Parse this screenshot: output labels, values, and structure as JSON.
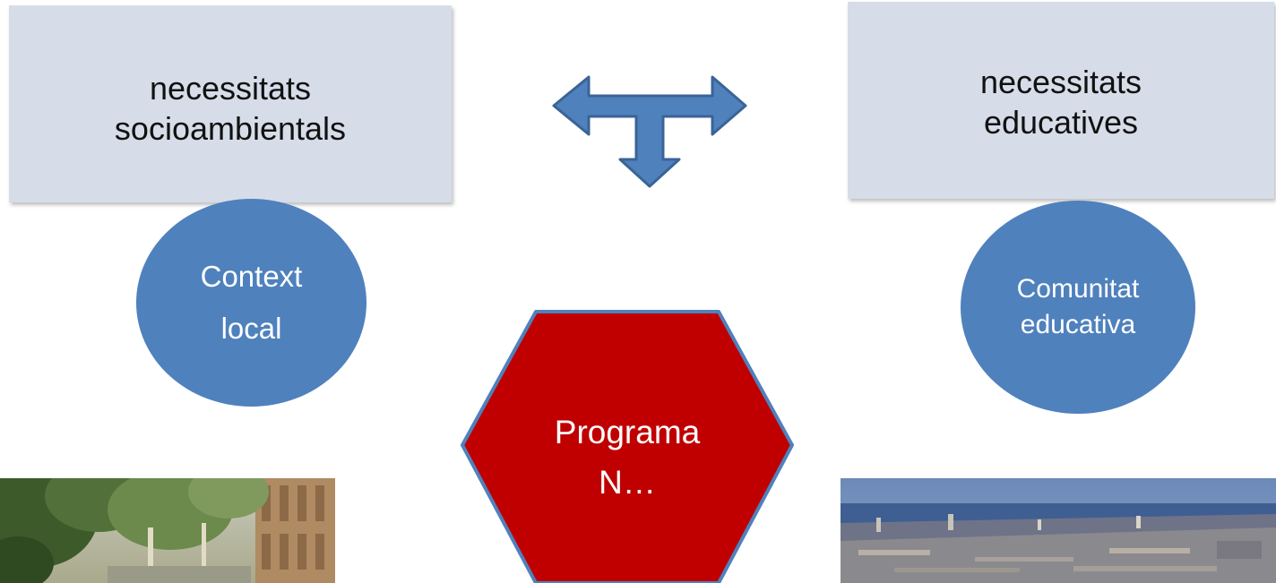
{
  "diagram": {
    "left_box": {
      "line1": "necessitats",
      "line2": "socioambientals"
    },
    "right_box": {
      "line1": "necessitats",
      "line2": "educatives"
    },
    "left_circle": {
      "line1": "Context",
      "line2": "local"
    },
    "right_circle": {
      "line1": "Comunitat",
      "line2": "educativa"
    },
    "hexagon": {
      "line1": "Programa",
      "line2": "N…"
    },
    "colors": {
      "box_fill": "#d6dde9",
      "circle_fill": "#4f81bd",
      "hexagon_fill": "#c00000",
      "hexagon_border": "#4f81bd",
      "arrow_fill": "#4f81bd"
    }
  }
}
